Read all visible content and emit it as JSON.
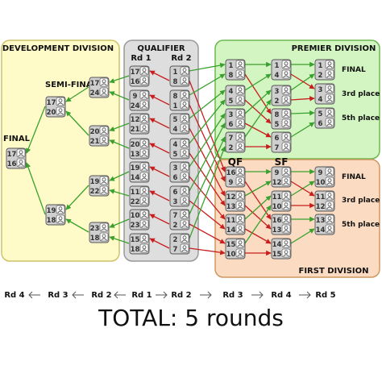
{
  "regions": {
    "development": "DEVELOPMENT DIVISION",
    "qualifier": "QUALIFIER",
    "premier": "PREMIER DIVISION",
    "first": "FIRST DIVISION"
  },
  "column_headers": {
    "rd1": "Rd 1",
    "rd2": "Rd 2",
    "qf": "QF",
    "sf": "SF"
  },
  "labels": {
    "dev_final": "FINAL",
    "dev_semifinal": "SEMI-FINAL",
    "premier_places": [
      "FINAL",
      "3rd place",
      "5th place"
    ],
    "first_places": [
      "FINAL",
      "3rd place",
      "5th place"
    ]
  },
  "seeds": {
    "dev_final": [
      17,
      16
    ],
    "dev_semi": [
      [
        17,
        20
      ],
      [
        19,
        18
      ]
    ],
    "dev_qf": [
      [
        17,
        24
      ],
      [
        20,
        21
      ],
      [
        19,
        22
      ],
      [
        23,
        18
      ]
    ],
    "qual_rd1": [
      [
        17,
        16
      ],
      [
        9,
        24
      ],
      [
        12,
        21
      ],
      [
        20,
        13
      ],
      [
        19,
        14
      ],
      [
        11,
        22
      ],
      [
        10,
        23
      ],
      [
        15,
        18
      ]
    ],
    "qual_rd2": [
      [
        1,
        8
      ],
      [
        8,
        1
      ],
      [
        5,
        4
      ],
      [
        4,
        5
      ],
      [
        3,
        6
      ],
      [
        6,
        3
      ],
      [
        7,
        2
      ],
      [
        2,
        7
      ]
    ],
    "premier_qf": [
      [
        1,
        8
      ],
      [
        4,
        5
      ],
      [
        3,
        6
      ],
      [
        7,
        2
      ]
    ],
    "premier_sf": [
      [
        1,
        4
      ],
      [
        3,
        2
      ],
      [
        8,
        5
      ],
      [
        6,
        7
      ]
    ],
    "premier_final": [
      [
        1,
        2
      ],
      [
        3,
        4
      ],
      [
        5,
        6
      ]
    ],
    "first_qf": [
      [
        16,
        9
      ],
      [
        12,
        13
      ],
      [
        11,
        14
      ],
      [
        15,
        10
      ]
    ],
    "first_sf": [
      [
        9,
        12
      ],
      [
        11,
        10
      ],
      [
        16,
        13
      ],
      [
        14,
        15
      ]
    ],
    "first_final": [
      [
        9,
        10
      ],
      [
        11,
        12
      ],
      [
        13,
        14
      ]
    ]
  },
  "rounds_axis": [
    "Rd 4",
    "Rd 3",
    "Rd 2",
    "Rd 1",
    "Rd 2",
    "Rd 3",
    "Rd 4",
    "Rd 5"
  ],
  "total": "TOTAL: 5 rounds",
  "colors": {
    "winner_arrow": "#3aa12e",
    "loser_arrow": "#c81e1e",
    "development_fill": "#fffbc8",
    "premier_fill": "#d2f5c2",
    "first_fill": "#fbdcc2",
    "qualifier_fill": "#dedede"
  }
}
